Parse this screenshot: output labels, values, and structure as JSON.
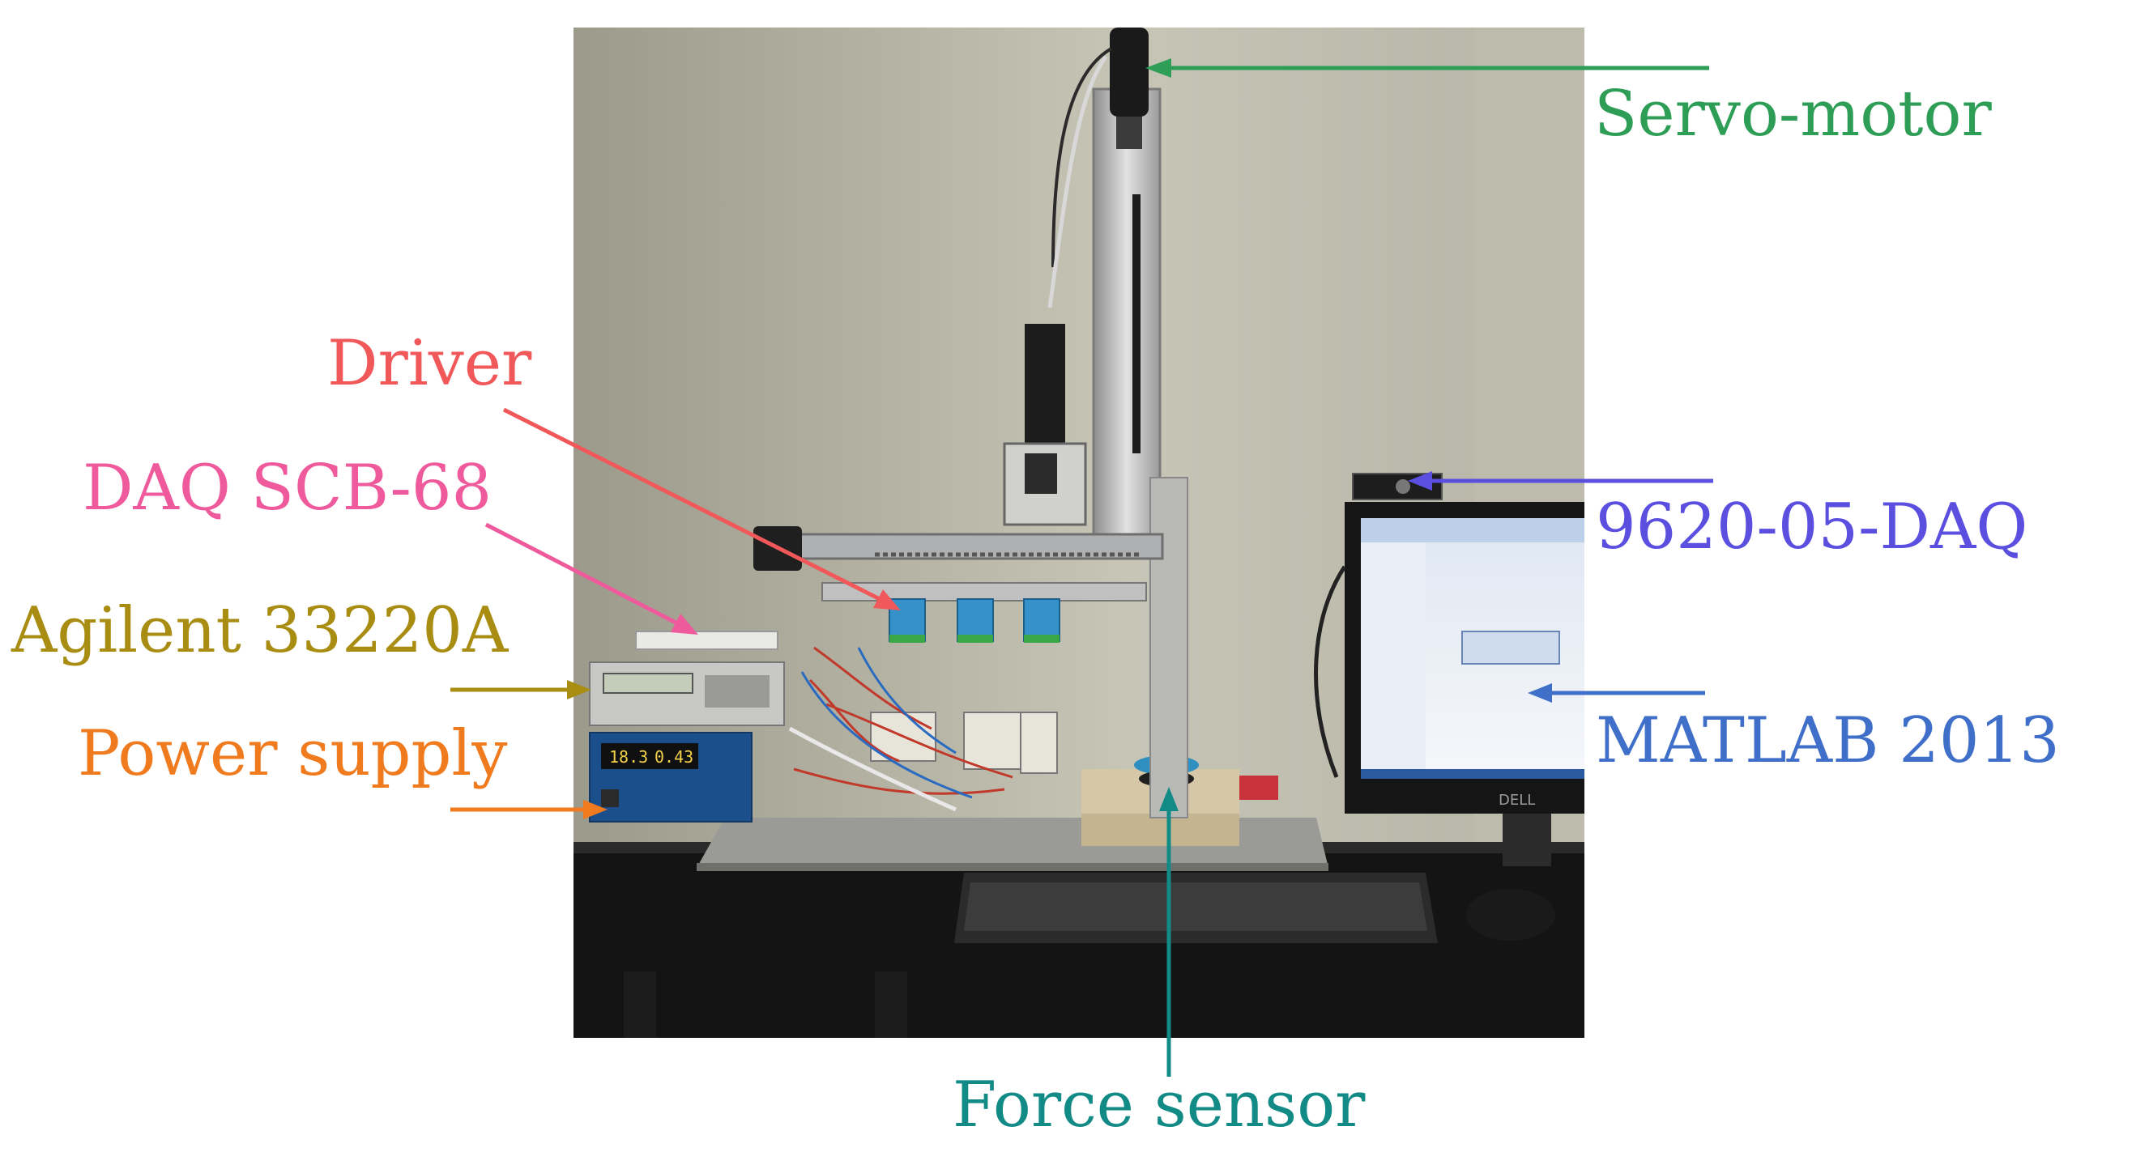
{
  "labels": {
    "servo_motor": "Servo-motor",
    "driver": "Driver",
    "daq_scb": "DAQ SCB-68",
    "agilent": "Agilent 33220A",
    "power_supply": "Power supply",
    "daq_9620": "9620-05-DAQ",
    "matlab": "MATLAB 2013",
    "force_sensor": "Force sensor"
  },
  "colors": {
    "servo_motor": "#2e9e57",
    "driver": "#f0585a",
    "daq_scb": "#ee5a9c",
    "agilent": "#a88d12",
    "power_supply": "#f07a1e",
    "daq_9620": "#5b4fe0",
    "matlab": "#3f6fc8",
    "force_sensor": "#128a86"
  },
  "photo": {
    "panel_readout_left": "18.3",
    "panel_readout_right": "0.43",
    "monitor_brand": "DELL"
  }
}
